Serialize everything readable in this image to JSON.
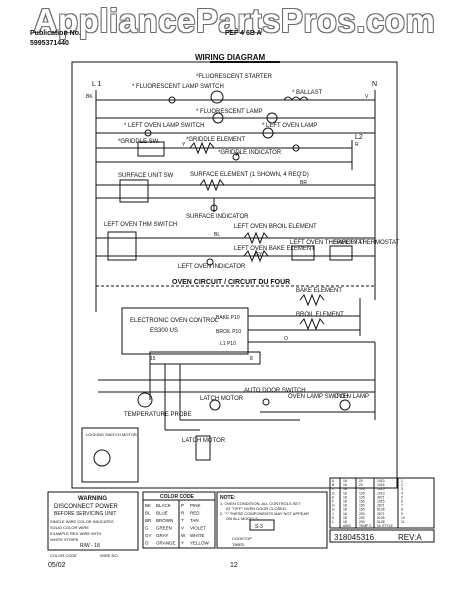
{
  "watermark": "AppliancePartsPros.com",
  "header": {
    "pub_label": "Publication No.",
    "pub_number": "5995371440",
    "model_code": "FEF 4 6B A",
    "title": "WIRING DIAGRAM"
  },
  "labels": {
    "l1": "L 1",
    "n": "N",
    "l2": "L2",
    "fl_lamp_switch": "* FLUORESCENT LAMP SWITCH",
    "fl_starter": "*FLUORESCENT STARTER",
    "ballast": "* BALLAST",
    "fl_lamp": "* FLUORESCENT LAMP",
    "left_oven_lamp_switch": "* LEFT OVEN LAMP SWITCH",
    "left_oven_lamp": "* LEFT OVEN LAMP",
    "griddle_sw": "*GRIDDLE SW.",
    "griddle_element": "*GRIDDLE ELEMENT",
    "griddle_indicator": "*GRIDDLE INDICATOR",
    "surface_unit_sw": "SURFACE UNIT SW",
    "surface_element": "SURFACE ELEMENT (1 SHOWN, 4 REQ'D)",
    "surface_indicator": "SURFACE INDICATOR",
    "left_oven_thm_switch": "LEFT OVEN THM SWITCH",
    "left_oven_broil_element": "LEFT OVEN BROIL ELEMENT",
    "left_oven_bake_element": "LEFT OVEN BAKE ELEMENT",
    "left_oven_thermostat": "LEFT OVEN THERMOSTAT",
    "safety_thermostat": "SAFETY THERMOSTAT",
    "left_oven_indicator": "LEFT OVEN INDICATOR",
    "oven_circuit": "OVEN CIRCUIT / CIRCUIT DU FOUR",
    "bake_element": "BAKE ELEMENT",
    "broil_element": "BROIL ELEMENT",
    "control_title": "ELECTRONIC OVEN CONTROL",
    "control_model": "ES300 US",
    "bake_pin": "BAKE P10",
    "broil_pin": "BROIL P10",
    "l1_pin": "L1 P10",
    "pin_15": "15",
    "pin_8": "8",
    "temp_probe": "TEMPERATURE PROBE",
    "latch_motor": "LATCH MOTOR",
    "auto_door_switch": "AUTO DOOR SWITCH",
    "oven_lamp_switch": "OVEN LAMP SWITCH",
    "oven_lamp": "OVEN LAMP",
    "latch_motor_2": "LATCH MOTOR",
    "legend_caption": "LOCKING SWITCH MOTOR",
    "bk": "BK",
    "v": "V",
    "w": "W",
    "r": "R",
    "y": "Y",
    "br": "BR",
    "bl": "BL",
    "o": "O",
    "gy": "GY"
  },
  "warning": {
    "title": "WARNING",
    "line1": "DISCONNECT POWER",
    "line2": "BEFORE SERVICING UNIT",
    "line3": "SINGLE WIRE COLOR INDICATES",
    "line4": "SOLID COLOR WIRE",
    "line5": "EXAMPLE RED WIRE WITH",
    "line6": "WHITE STRIPE",
    "example": "R/W - 18",
    "color_code": "COLOR CODE",
    "wire_gauge": "WIRE NO."
  },
  "color_table": {
    "title": "COLOR CODE",
    "rows": [
      [
        "BK",
        "BLACK",
        "P",
        "PINK"
      ],
      [
        "BL",
        "BLUE",
        "R",
        "RED"
      ],
      [
        "BR",
        "BROWN",
        "T",
        "TAN"
      ],
      [
        "G",
        "GREEN",
        "V",
        "VIOLET"
      ],
      [
        "GY",
        "GRAY",
        "W",
        "WHITE"
      ],
      [
        "O",
        "ORANGE",
        "Y",
        "YELLOW"
      ]
    ]
  },
  "notes": {
    "title": "NOTE:",
    "line1": "1. OVEN CONDITION: ALL CONTROLS SET",
    "line2": "AT \"OFF\" OVEN DOOR CLOSED.",
    "line3": "2. \"*\" THESE COMPONENTS MAY NOT APPEAR",
    "line4": "ON ALL MODELS.",
    "terminal": "S-3",
    "cooktop": "COOKTOP",
    "timed": "TIMED"
  },
  "spec_table": {
    "rows": [
      [
        "A",
        "16",
        "20",
        "1013",
        "1"
      ],
      [
        "B",
        "16",
        "20",
        "1015",
        "2"
      ],
      [
        "C",
        "18",
        "125",
        "1015",
        "3"
      ],
      [
        "D",
        "18",
        "125",
        "1013",
        "4"
      ],
      [
        "E",
        "18",
        "125",
        "3071",
        "5"
      ],
      [
        "F",
        "18",
        "150",
        "1015",
        "6"
      ],
      [
        "G",
        "18",
        "150",
        "3071",
        "7"
      ],
      [
        "H",
        "18",
        "150",
        "5128",
        "8"
      ],
      [
        "J",
        "18",
        "200",
        "3071",
        "9"
      ],
      [
        "K",
        "18",
        "200",
        "5128",
        "10"
      ],
      [
        "L",
        "18",
        "200",
        "5128",
        "11"
      ],
      [
        "",
        "AWG",
        "TEMP C",
        "UL STYLE",
        ""
      ]
    ]
  },
  "part_number": "318045316",
  "revision": "REV:A",
  "footer": {
    "date": "05/02",
    "page": "12"
  }
}
